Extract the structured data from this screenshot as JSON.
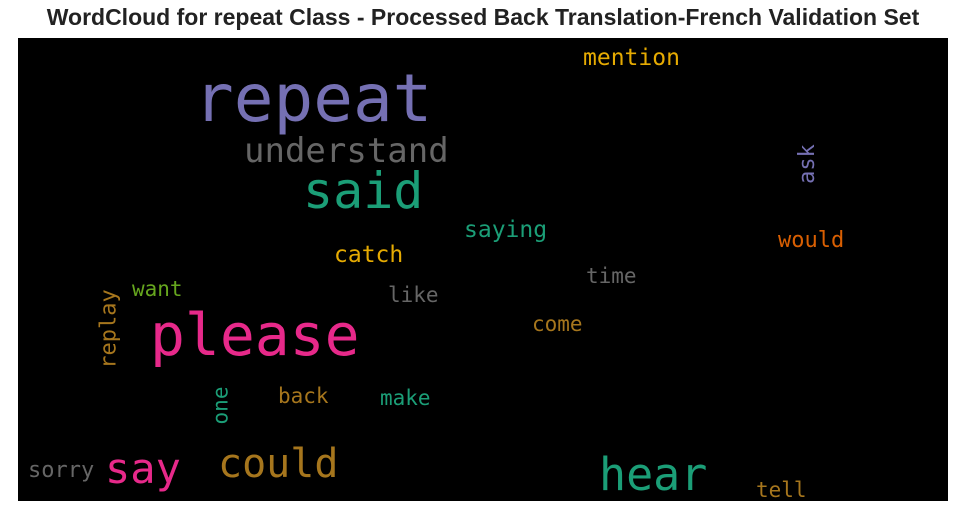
{
  "title": "WordCloud for repeat Class - Processed Back Translation-French Validation Set",
  "words": {
    "repeat": {
      "text": "repeat",
      "color": "#7570b3"
    },
    "understand": {
      "text": "understand",
      "color": "#666666"
    },
    "said": {
      "text": "said",
      "color": "#1b9e77"
    },
    "mention": {
      "text": "mention",
      "color": "#e6ab02"
    },
    "ask": {
      "text": "ask",
      "color": "#7570b3"
    },
    "saying": {
      "text": "saying",
      "color": "#1b9e77"
    },
    "would": {
      "text": "would",
      "color": "#d95f02"
    },
    "catch": {
      "text": "catch",
      "color": "#e6ab02"
    },
    "time": {
      "text": "time",
      "color": "#666666"
    },
    "want": {
      "text": "want",
      "color": "#66a61e"
    },
    "like": {
      "text": "like",
      "color": "#666666"
    },
    "replay": {
      "text": "replay",
      "color": "#a6761d"
    },
    "please": {
      "text": "please",
      "color": "#e7298a"
    },
    "come": {
      "text": "come",
      "color": "#a6761d"
    },
    "one": {
      "text": "one",
      "color": "#1b9e77"
    },
    "back": {
      "text": "back",
      "color": "#a6761d"
    },
    "make": {
      "text": "make",
      "color": "#1b9e77"
    },
    "sorry": {
      "text": "sorry",
      "color": "#666666"
    },
    "say": {
      "text": "say",
      "color": "#e7298a"
    },
    "could": {
      "text": "could",
      "color": "#a6761d"
    },
    "hear": {
      "text": "hear",
      "color": "#1b9e77"
    },
    "tell": {
      "text": "tell",
      "color": "#a6761d"
    }
  }
}
